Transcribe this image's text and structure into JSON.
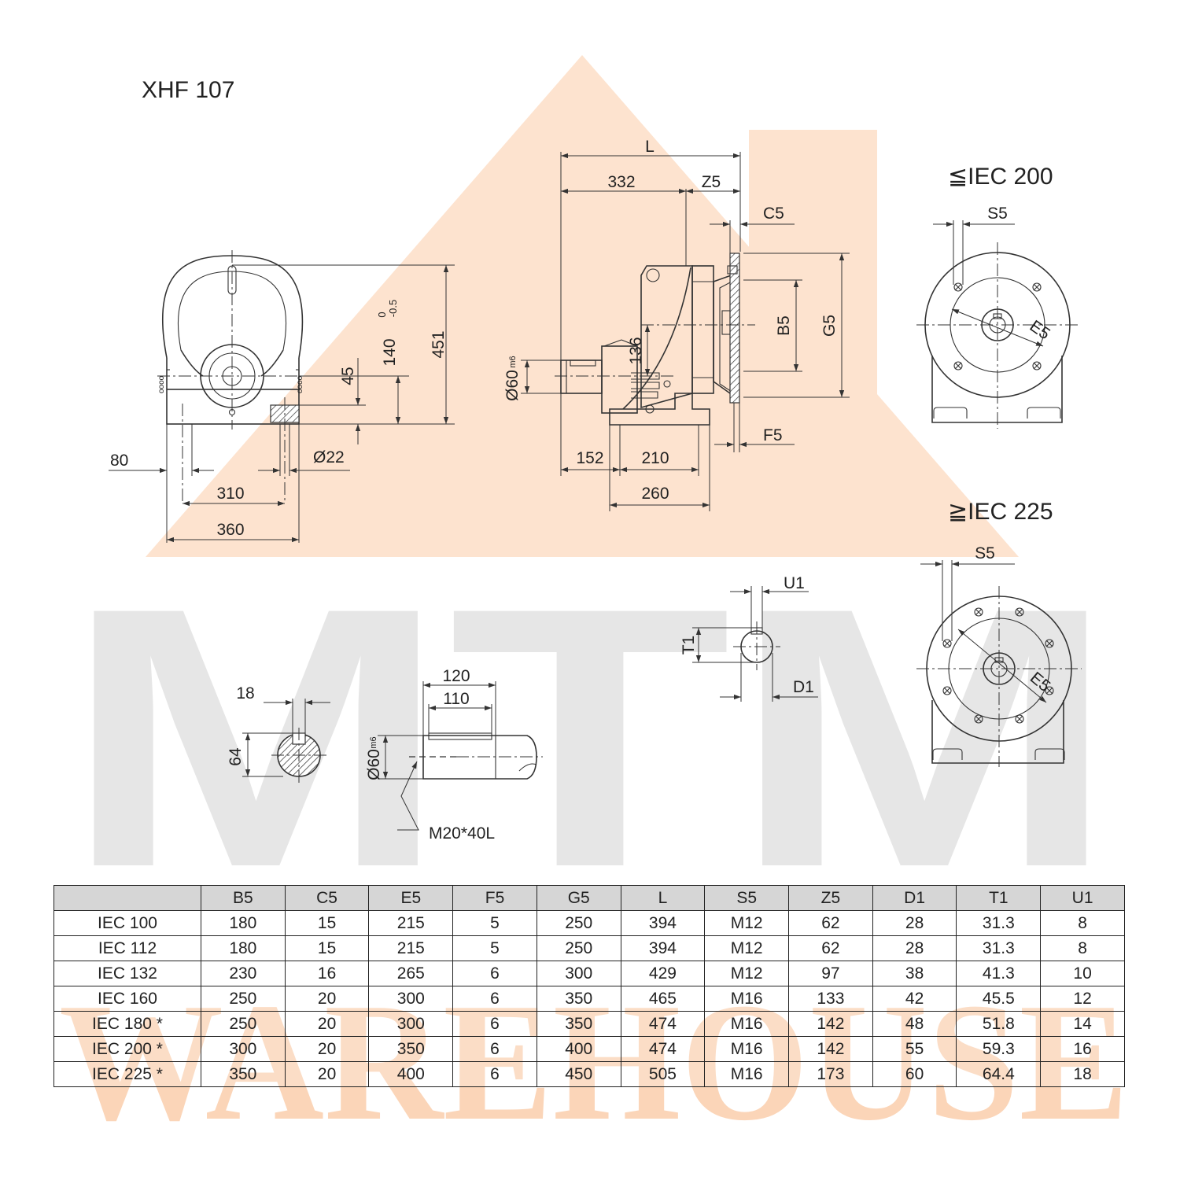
{
  "title": "XHF 107",
  "watermark": {
    "brand": "MTM",
    "subtitle": "WAREHOUSE",
    "triangle_color": "#fde3cf",
    "letter_color": "#e6e6e6",
    "subtitle_color": "#fbd5b8"
  },
  "front_view": {
    "dims": {
      "height_total": "451",
      "shaft_height": "140",
      "tol_upper": "0",
      "tol_lower": "-0.5",
      "foot_height": "45",
      "hole_diameter": "Ø22",
      "foot_offset": "80",
      "hole_spacing": "310",
      "foot_width": "360"
    }
  },
  "side_view": {
    "dims": {
      "L": "L",
      "body_length": "332",
      "Z5": "Z5",
      "C5": "C5",
      "B5": "B5",
      "G5": "G5",
      "shaft_diameter": "Ø60",
      "shaft_tol": "m6",
      "center_height": "136",
      "F5": "F5",
      "shaft_ext": "152",
      "foot_pitch": "210",
      "foot_length": "260"
    }
  },
  "flange_small": {
    "label": "≦IEC 200",
    "S5": "S5",
    "E5": "E5"
  },
  "flange_large": {
    "label": "≧IEC 225",
    "S5": "S5",
    "E5": "E5"
  },
  "keyway_motor": {
    "U1": "U1",
    "T1": "T1",
    "D1": "D1"
  },
  "shaft_section": {
    "key_width": "18",
    "key_height": "64"
  },
  "shaft_detail": {
    "len_total": "120",
    "len_key": "110",
    "diameter": "Ø60",
    "tol": "m6",
    "thread": "M20*40L"
  },
  "table": {
    "headers": [
      "",
      "B5",
      "C5",
      "E5",
      "F5",
      "G5",
      "L",
      "S5",
      "Z5",
      "D1",
      "T1",
      "U1"
    ],
    "rows": [
      [
        "IEC 100",
        "180",
        "15",
        "215",
        "5",
        "250",
        "394",
        "M12",
        "62",
        "28",
        "31.3",
        "8"
      ],
      [
        "IEC 112",
        "180",
        "15",
        "215",
        "5",
        "250",
        "394",
        "M12",
        "62",
        "28",
        "31.3",
        "8"
      ],
      [
        "IEC 132",
        "230",
        "16",
        "265",
        "6",
        "300",
        "429",
        "M12",
        "97",
        "38",
        "41.3",
        "10"
      ],
      [
        "IEC 160",
        "250",
        "20",
        "300",
        "6",
        "350",
        "465",
        "M16",
        "133",
        "42",
        "45.5",
        "12"
      ],
      [
        "IEC 180 *",
        "250",
        "20",
        "300",
        "6",
        "350",
        "474",
        "M16",
        "142",
        "48",
        "51.8",
        "14"
      ],
      [
        "IEC 200 *",
        "300",
        "20",
        "350",
        "6",
        "400",
        "474",
        "M16",
        "142",
        "55",
        "59.3",
        "16"
      ],
      [
        "IEC 225 *",
        "350",
        "20",
        "400",
        "6",
        "450",
        "505",
        "M16",
        "173",
        "60",
        "64.4",
        "18"
      ]
    ]
  }
}
